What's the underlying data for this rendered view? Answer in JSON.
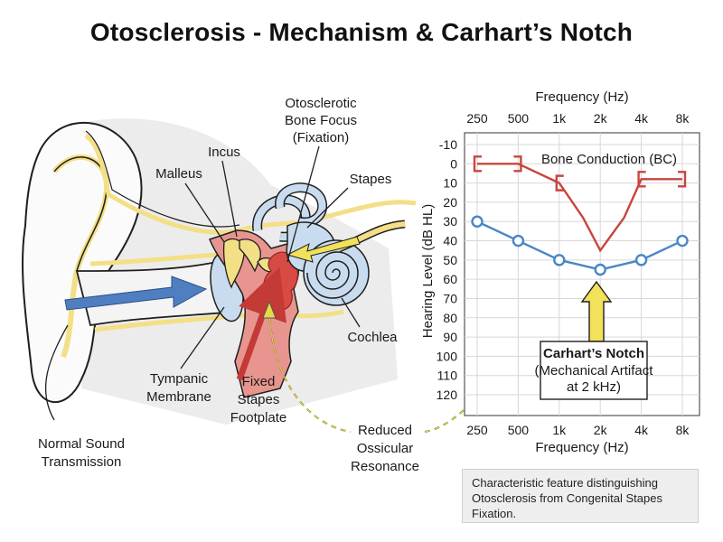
{
  "title": "Otosclerosis - Mechanism & Carhart’s Notch",
  "anatomy_labels": {
    "focus_l1": "Otosclerotic",
    "focus_l2": "Bone Focus",
    "focus_l3": "(Fixation)",
    "incus": "Incus",
    "malleus": "Malleus",
    "stapes": "Stapes",
    "cochlea": "Cochlea",
    "tympanic_l1": "Tympanic",
    "tympanic_l2": "Membrane",
    "fixed_l1": "Fixed",
    "fixed_l2": "Stapes",
    "fixed_l3": "Footplate",
    "reduced_l1": "Reduced",
    "reduced_l2": "Ossicular",
    "reduced_l3": "Resonance",
    "normal_l1": "Normal Sound",
    "normal_l2": "Transmission"
  },
  "colors": {
    "bone_line": "#c8453f",
    "air_line": "#4a86c5",
    "ear_outline": "#f3df86",
    "bone_tissue": "#e7958e",
    "inner_ear": "#c9dcef",
    "arrow_blue": "#4f7fc0",
    "arrow_red": "#c33a36",
    "arrow_yellow": "#f2e15a"
  },
  "chart_data": {
    "type": "line",
    "title": "",
    "top_axis_label": "Frequency (Hz)",
    "xlabel": "Frequency (Hz)",
    "ylabel": "Hearing Level (dB HL)",
    "categories": [
      "250",
      "500",
      "1k",
      "2k",
      "4k",
      "8k"
    ],
    "ylim": [
      -10,
      120
    ],
    "y_ticks": [
      -10,
      0,
      10,
      20,
      30,
      40,
      50,
      60,
      70,
      80,
      90,
      100,
      110,
      120
    ],
    "grid": true,
    "series": [
      {
        "name": "Bone Conduction (BC)",
        "color": "#c8453f",
        "x": [
          "250",
          "500",
          "1k",
          "1.5k",
          "2k",
          "3k",
          "4k",
          "8k"
        ],
        "values": [
          0,
          0,
          10,
          28,
          45,
          28,
          8,
          8
        ]
      },
      {
        "name": "",
        "color": "#4a86c5",
        "x": [
          "250",
          "500",
          "1k",
          "2k",
          "4k",
          "8k"
        ],
        "values": [
          30,
          40,
          50,
          55,
          50,
          40
        ]
      }
    ],
    "annotation": {
      "title": "Carhart’s Notch",
      "line2": "(Mechanical Artifact",
      "line3": "at 2 kHz)"
    }
  },
  "footnote": "Characteristic feature distinguishing Otosclerosis from Congenital Stapes Fixation."
}
